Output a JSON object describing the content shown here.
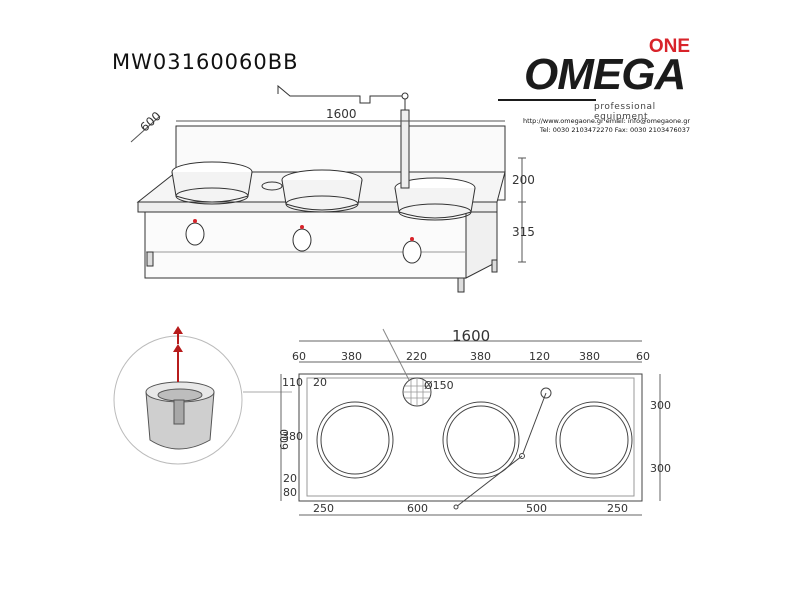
{
  "header": {
    "model_code": "MW03160060BB"
  },
  "brand": {
    "name": "OMEGA",
    "superscript": "ONE",
    "tagline": "professional equipment",
    "contact_line1": "http://www.omegaone.gr  email: info@omegaone.gr",
    "contact_line2": "Tel: 0030 2103472270 Fax: 0030 2103476037",
    "accent_color": "#d8232a"
  },
  "front_view": {
    "depth": "600",
    "width": "1600",
    "splash_height": "200",
    "body_height": "315"
  },
  "plan_view": {
    "total_width": "1600",
    "top_dims": [
      "60",
      "380",
      "220",
      "380",
      "120",
      "380",
      "60"
    ],
    "bottom_dims": [
      "250",
      "600",
      "500",
      "250"
    ],
    "left_dims": [
      "110",
      "20",
      "380",
      "20",
      "80"
    ],
    "height": "600",
    "right_dims": [
      "300",
      "300"
    ],
    "drain_label": "Ø150"
  }
}
